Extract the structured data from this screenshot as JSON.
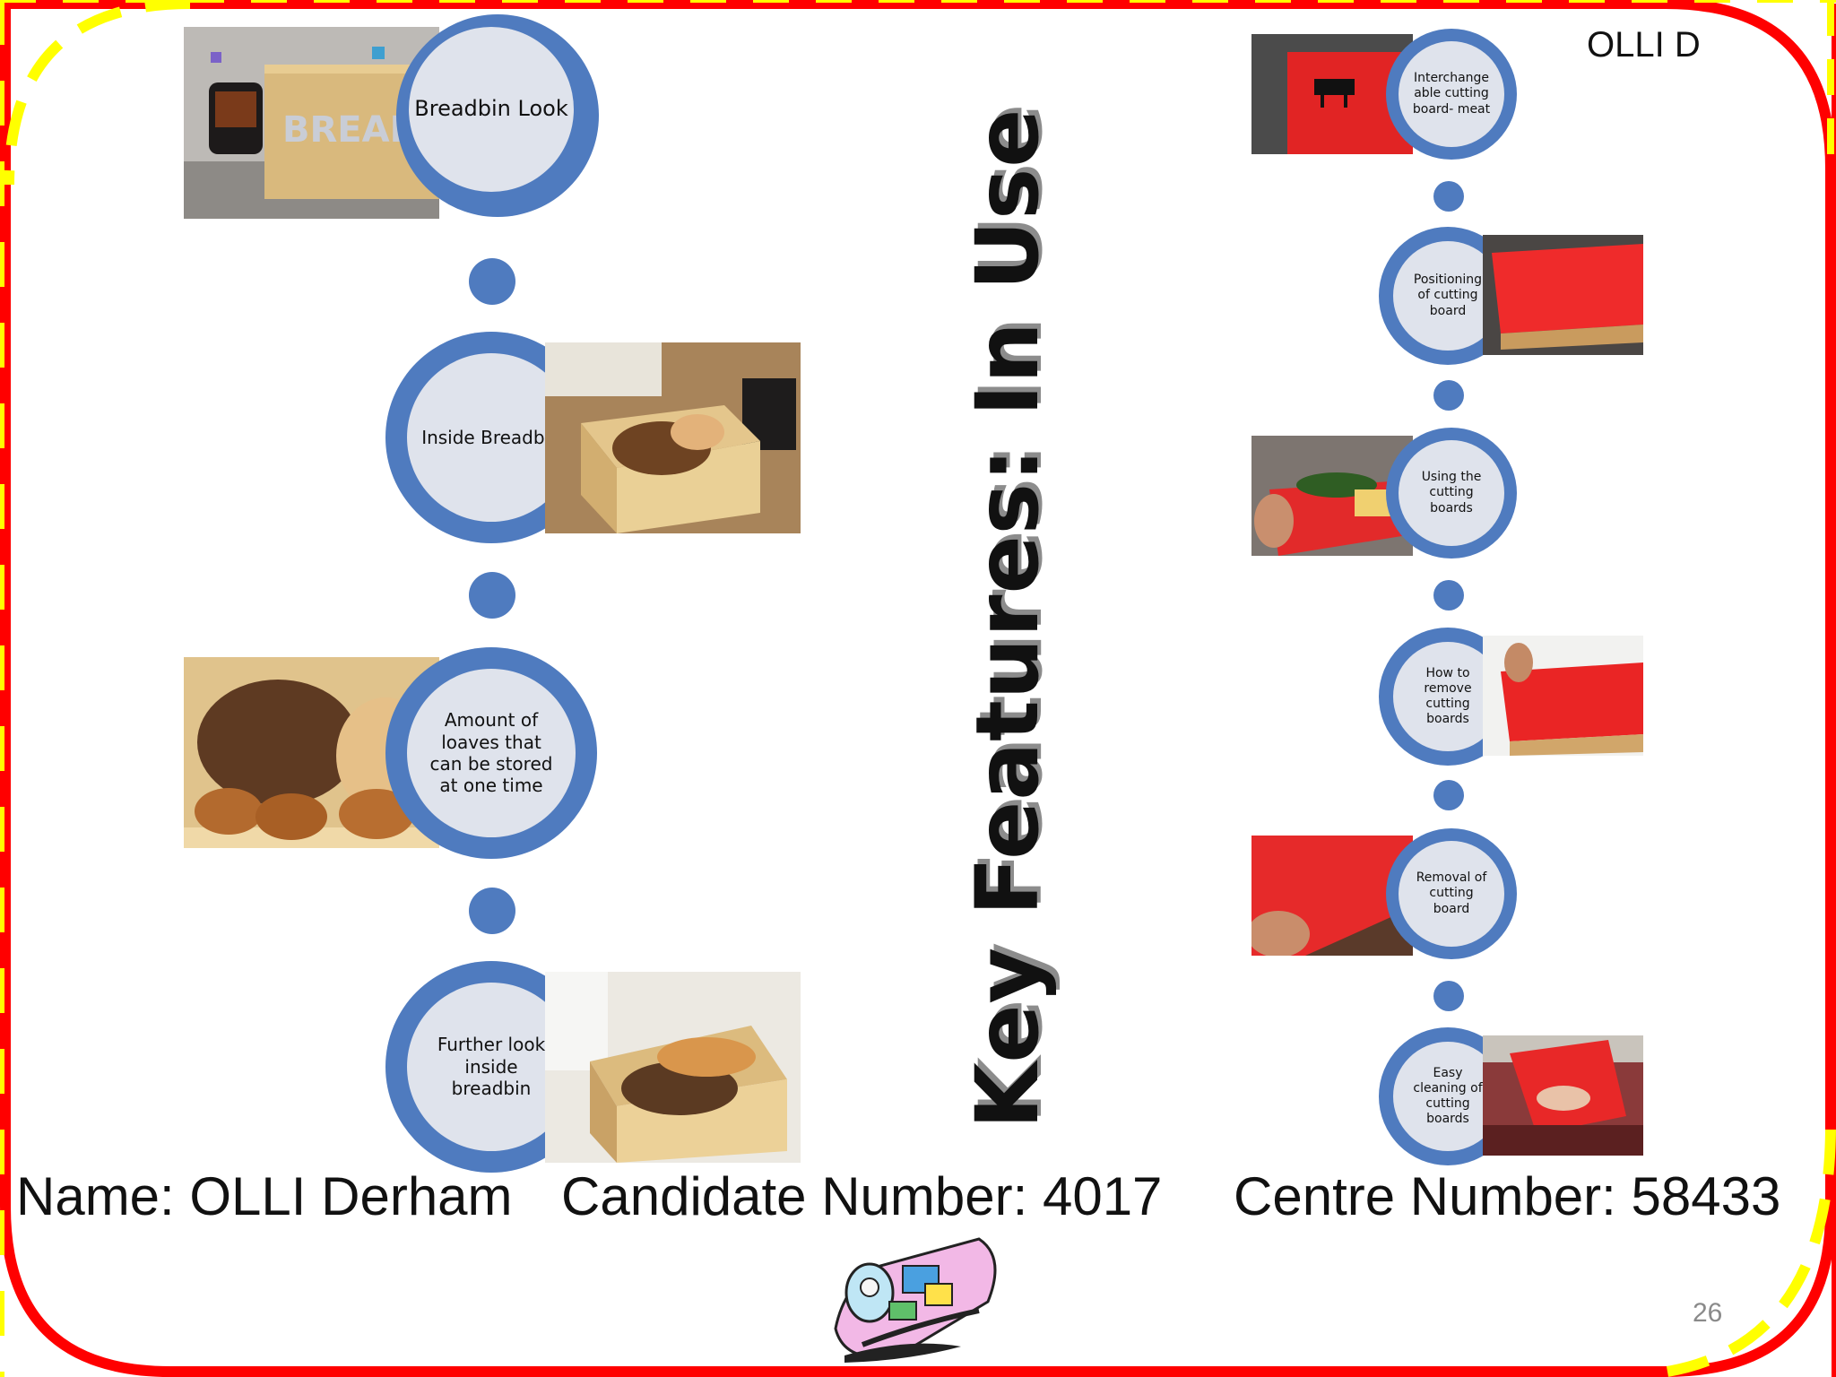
{
  "slide": {
    "title": "Key Features: In Use",
    "owner_tag": "OLLI D",
    "page_number": "26"
  },
  "left_timeline": [
    {
      "label": "Breadbin Look",
      "photo": "breadbin-exterior-photo"
    },
    {
      "label": "Inside Breadbin",
      "photo": "breadbin-interior-photo"
    },
    {
      "label": "Amount of loaves that can be stored at one time",
      "photo": "stored-loaves-photo"
    },
    {
      "label": "Further look inside breadbin",
      "photo": "breadbin-further-inside-photo"
    }
  ],
  "right_timeline": [
    {
      "label": "Interchange able cutting board- meat",
      "photo": "meat-cutting-board-photo"
    },
    {
      "label": "Positioning of cutting board",
      "photo": "positioning-cutting-board-photo"
    },
    {
      "label": "Using the cutting boards",
      "photo": "using-cutting-boards-photo"
    },
    {
      "label": "How to remove cutting boards",
      "photo": "remove-cutting-boards-photo"
    },
    {
      "label": "Removal of cutting board",
      "photo": "removal-cutting-board-photo"
    },
    {
      "label": "Easy cleaning of cutting boards",
      "photo": "cleaning-cutting-boards-photo"
    }
  ],
  "footer": {
    "name": "Name: OLLI Derham",
    "candidate": "Candidate Number: 4017",
    "centre": "Centre Number: 58433"
  },
  "colors": {
    "ring": "#4f7bbf",
    "ring_inner": "#dfe3ec",
    "frame_red": "#ff0000",
    "frame_yellow": "#ffff00"
  },
  "icons": {
    "logo": "decorative-sticker-logo-icon"
  }
}
